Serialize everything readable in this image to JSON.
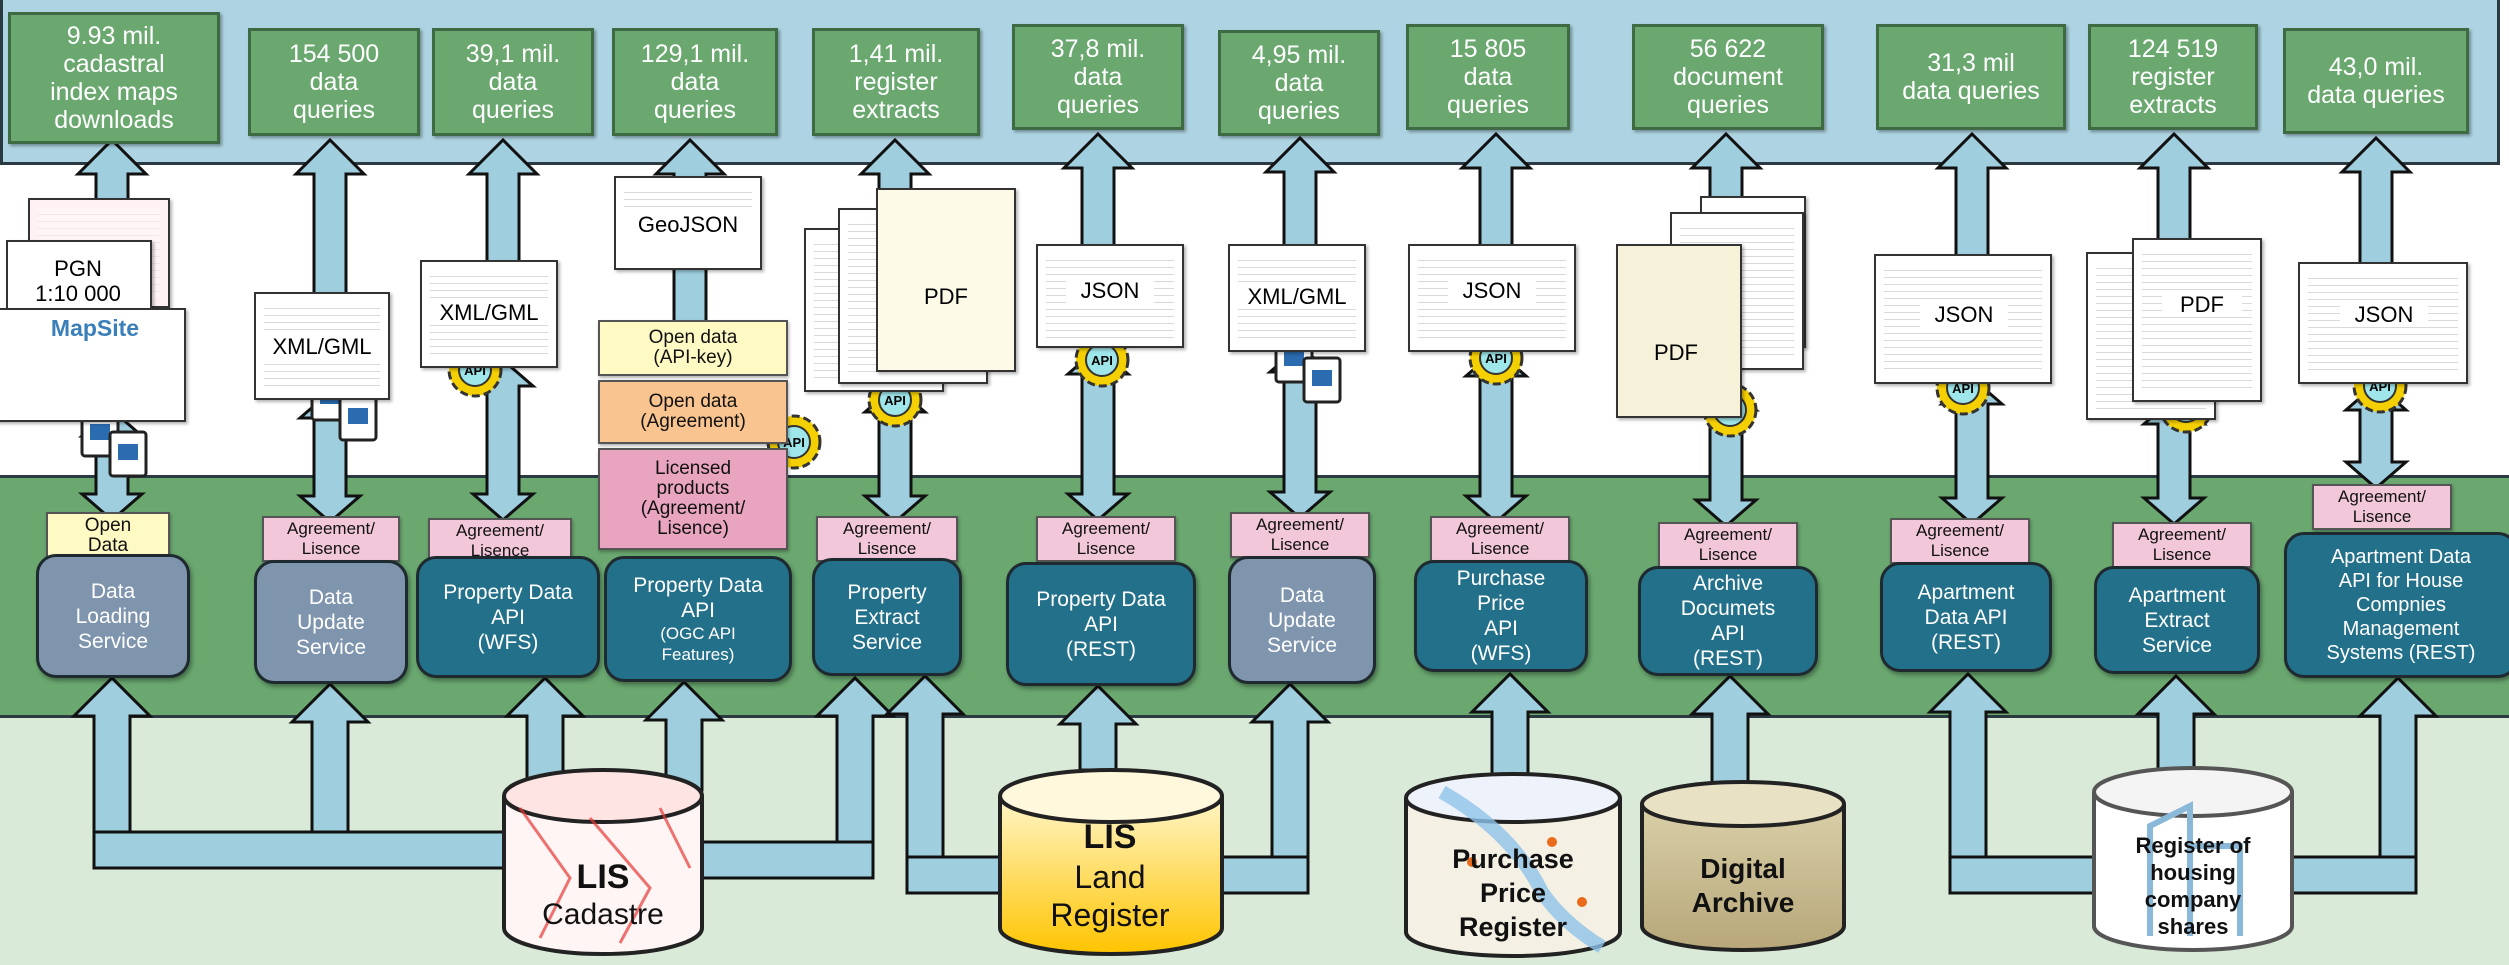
{
  "stats": [
    {
      "id": "stat-1",
      "text": "9.93 mil.\ncadastral\nindex maps\ndownloads"
    },
    {
      "id": "stat-2",
      "text": "154 500\ndata\nqueries"
    },
    {
      "id": "stat-3",
      "text": "39,1 mil.\ndata\nqueries"
    },
    {
      "id": "stat-4",
      "text": "129,1 mil.\ndata\nqueries"
    },
    {
      "id": "stat-5",
      "text": "1,41 mil.\nregister\nextracts"
    },
    {
      "id": "stat-6",
      "text": "37,8 mil.\ndata\nqueries"
    },
    {
      "id": "stat-7",
      "text": "4,95 mil.\ndata\nqueries"
    },
    {
      "id": "stat-8",
      "text": "15 805\ndata\nqueries"
    },
    {
      "id": "stat-9",
      "text": "56 622\ndocument\nqueries"
    },
    {
      "id": "stat-10",
      "text": "31,3 mil\ndata queries"
    },
    {
      "id": "stat-11",
      "text": "124 519\nregister\nextracts"
    },
    {
      "id": "stat-12",
      "text": "43,0 mil.\ndata queries"
    }
  ],
  "services": [
    {
      "text": "Data\nLoading\nService"
    },
    {
      "text": "Data\nUpdate\nService"
    },
    {
      "text": "Property Data\nAPI\n(WFS)"
    },
    {
      "text": "Property Data\nAPI"
    },
    {
      "text": "Property\nExtract\nService"
    },
    {
      "text": "Property Data\nAPI\n(REST)"
    },
    {
      "text": "Data\nUpdate\nService"
    },
    {
      "text": "Purchase\nPrice\nAPI\n(WFS)"
    },
    {
      "text": "Archive\nDocumets\nAPI\n(REST)"
    },
    {
      "text": "Apartment\nData API\n(REST)"
    },
    {
      "text": "Apartment\nExtract\nService"
    },
    {
      "text": "Apartment Data\nAPI for House\nCompnies\nManagement\nSystems (REST)"
    }
  ],
  "service4_sub": "(OGC API\nFeatures)",
  "tags": {
    "open_data": "Open\nData",
    "agreement_lisence": "Agreement/\nLisence",
    "open_data_api_key": "Open data\n(API-key)",
    "open_data_agreement": "Open data\n(Agreement)",
    "licensed_products": "Licensed\nproducts\n(Agreement/\nLisence)"
  },
  "docs": {
    "pgn": "PGN\n1:10 000",
    "mapsite": "MapSite",
    "xml_gml": "XML/GML",
    "geojson": "GeoJSON",
    "pdf": "PDF",
    "json": "JSON",
    "api": "API"
  },
  "sources": {
    "cadastre_title": "LIS",
    "cadastre_sub": "Cadastre",
    "land_title": "LIS",
    "land_sub": "Land\nRegister",
    "purchase": "Purchase\nPrice\nRegister",
    "archive": "Digital\nArchive",
    "housing": "Register of\nhousing\ncompany\nshares"
  },
  "colors": {
    "top_band": "#aed4e3",
    "mid_band": "#6aa870",
    "bottom_band": "#d9ead9",
    "stat_box": "#6aa870",
    "service_gray": "#7f95ad",
    "service_teal": "#23708a",
    "arrow_fill": "#9fcfdf",
    "land_register": "#ffd23f",
    "api_gear": "#f5d000"
  }
}
